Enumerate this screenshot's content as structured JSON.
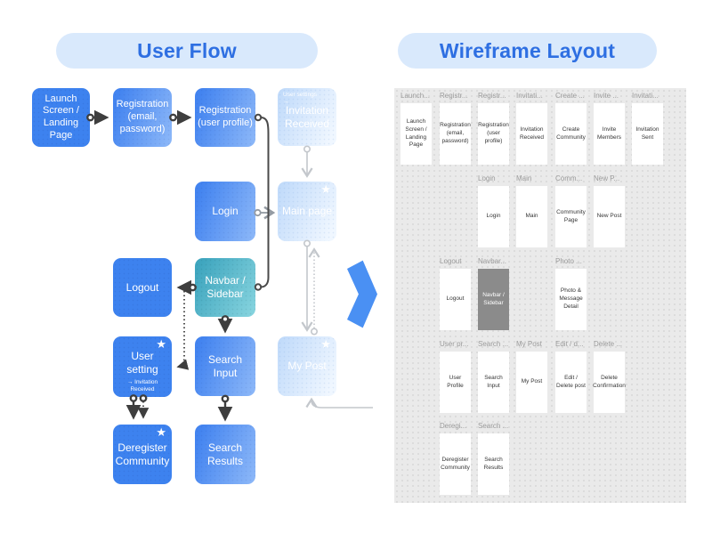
{
  "titles": {
    "left": "User Flow",
    "right": "Wireframe Layout"
  },
  "icons": {
    "star": "★"
  },
  "colors": {
    "title_text": "#2e6fe2",
    "title_pill_bg": "#d9e9fc",
    "box_blue": "#3d82ef",
    "box_blue_light": "#8ab6f8",
    "teal_dark": "#3fa6bf",
    "teal_light": "#85d3de",
    "faded_blue": "#bed9fa",
    "panel_bg": "#eaeaea",
    "card_bg": "#ffffff",
    "card_dark_bg": "#8b8b8b",
    "label_grey": "#9b9b9b",
    "card_text": "#363636",
    "arrow_dark": "#3e3e3e",
    "arrow_grey": "#949ba3",
    "arrow_light": "#c3c7cc",
    "transform_arrow": "#4a90f3"
  },
  "flow": {
    "boxes": [
      {
        "label": "Launch Screen / Landing Page"
      },
      {
        "label": "Registration (email, password)"
      },
      {
        "label": "Registration (user profile)"
      },
      {
        "label": "Invitation Received",
        "note": "User settings →"
      },
      {
        "label": "Login"
      },
      {
        "label": "Main page"
      },
      {
        "label": "Logout"
      },
      {
        "label": "Navbar / Sidebar"
      },
      {
        "label": "User setting",
        "note": "→ Invitation Received"
      },
      {
        "label": "Search Input"
      },
      {
        "label": "My Post"
      },
      {
        "label": "Deregister Community"
      },
      {
        "label": "Search Results"
      }
    ]
  },
  "wireframe": {
    "cells": [
      {
        "label": "Launch...",
        "card": "Launch Screen / Landing Page"
      },
      {
        "label": "Registr...",
        "card": "Registration (email, password)"
      },
      {
        "label": "Registr...",
        "card": "Registration (user profile)"
      },
      {
        "label": "Invitati...",
        "card": "Invitation Received"
      },
      {
        "label": "Create ...",
        "card": "Create Community"
      },
      {
        "label": "Invite ...",
        "card": "Invite Members"
      },
      {
        "label": "Invitati...",
        "card": "Invitation Sent"
      },
      {
        "label": "Login",
        "card": "Login"
      },
      {
        "label": "Main",
        "card": "Main"
      },
      {
        "label": "Comm...",
        "card": "Community Page"
      },
      {
        "label": "New P...",
        "card": "New Post"
      },
      {
        "label": "Logout",
        "card": "Logout"
      },
      {
        "label": "Navbar...",
        "card": "Navbar / Sidebar"
      },
      {
        "label": "Photo ...",
        "card": "Photo & Message Detail"
      },
      {
        "label": "User pr...",
        "card": "User Profile"
      },
      {
        "label": "Search ...",
        "card": "Search Input"
      },
      {
        "label": "My Post",
        "card": "My Post"
      },
      {
        "label": "Edit / d...",
        "card": "Edit / Delete post"
      },
      {
        "label": "Delete ...",
        "card": "Delete Confirmation"
      },
      {
        "label": "Deregi...",
        "card": "Deregister Community"
      },
      {
        "label": "Search ...",
        "card": "Search Results"
      }
    ]
  }
}
